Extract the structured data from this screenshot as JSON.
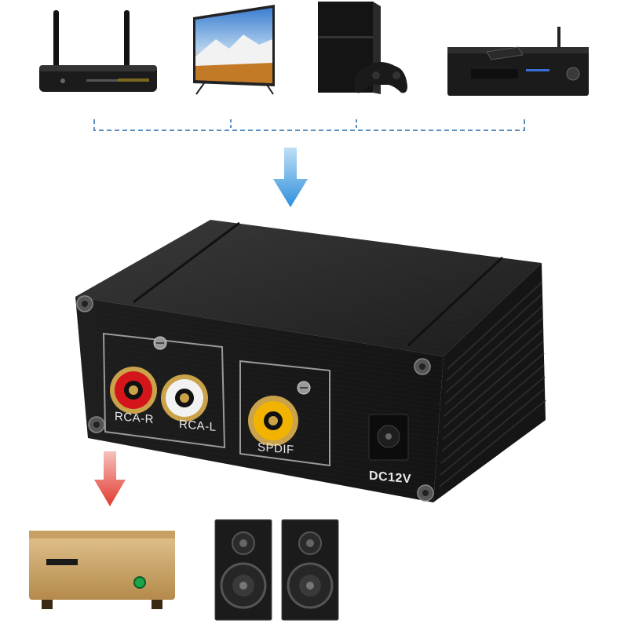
{
  "device": {
    "ports": [
      {
        "label": "RCA-R",
        "color": "#d4161b"
      },
      {
        "label": "RCA-L",
        "color": "#f2f2f2"
      },
      {
        "label": "SPDIF",
        "color": "#f2b300"
      }
    ],
    "power_label": "DC12V"
  },
  "sources": [
    {
      "name": "router",
      "icon": "router-icon"
    },
    {
      "name": "tv",
      "icon": "tv-icon"
    },
    {
      "name": "game-console",
      "icon": "game-console-icon"
    },
    {
      "name": "media-player",
      "icon": "media-player-icon"
    }
  ],
  "outputs": [
    {
      "name": "amplifier",
      "icon": "amplifier-icon"
    },
    {
      "name": "speaker-left",
      "icon": "speaker-icon"
    },
    {
      "name": "speaker-right",
      "icon": "speaker-icon"
    }
  ],
  "colors": {
    "input_arrow": "#3b9be0",
    "output_arrow": "#e23a2f",
    "connector_line": "#5b8fc0",
    "device_body": "#1a1a1a",
    "amplifier_gold": "#c9a46a"
  }
}
